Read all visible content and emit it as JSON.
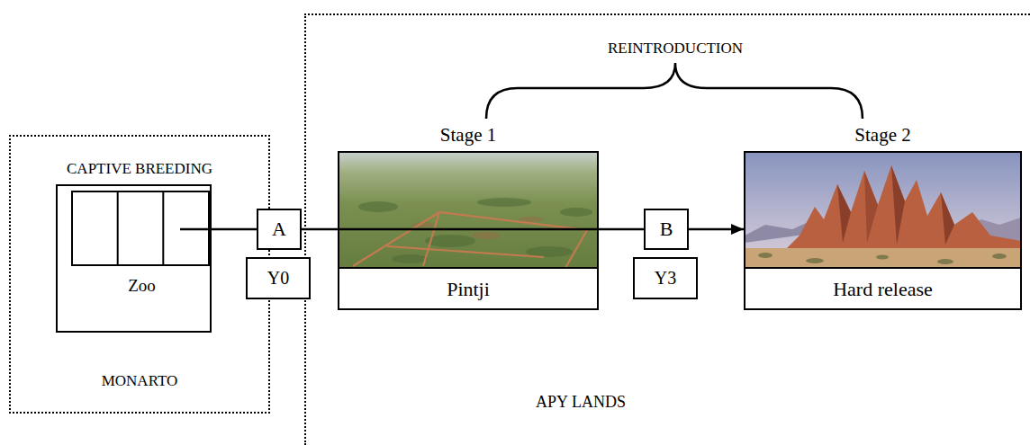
{
  "diagram": {
    "nodes": [
      {
        "text": [
          "CAPTIVE BREEDING",
          "MONARTO"
        ]
      },
      {
        "text": [
          "Zoo"
        ],
        "in": 0
      },
      {
        "text": [
          "A"
        ]
      },
      {
        "text": [
          "Y0"
        ]
      },
      {
        "text": [
          "APY LANDS"
        ]
      },
      {
        "text": [
          "Stage 1",
          "Pintji"
        ],
        "in": 4
      },
      {
        "text": [
          "B"
        ],
        "in": 4
      },
      {
        "text": [
          "Y3"
        ],
        "in": 4
      },
      {
        "text": [
          "Stage 2",
          "Hard release"
        ],
        "in": 4
      }
    ],
    "edges": [
      {
        "from": 1,
        "to": 2,
        "arrow": "none"
      },
      {
        "from": 2,
        "to": 5,
        "arrow": "none"
      },
      {
        "from": 5,
        "to": 6,
        "arrow": "none"
      },
      {
        "from": 6,
        "to": 8,
        "arrow": "to"
      }
    ],
    "labels": [
      "REINTRODUCTION"
    ]
  }
}
